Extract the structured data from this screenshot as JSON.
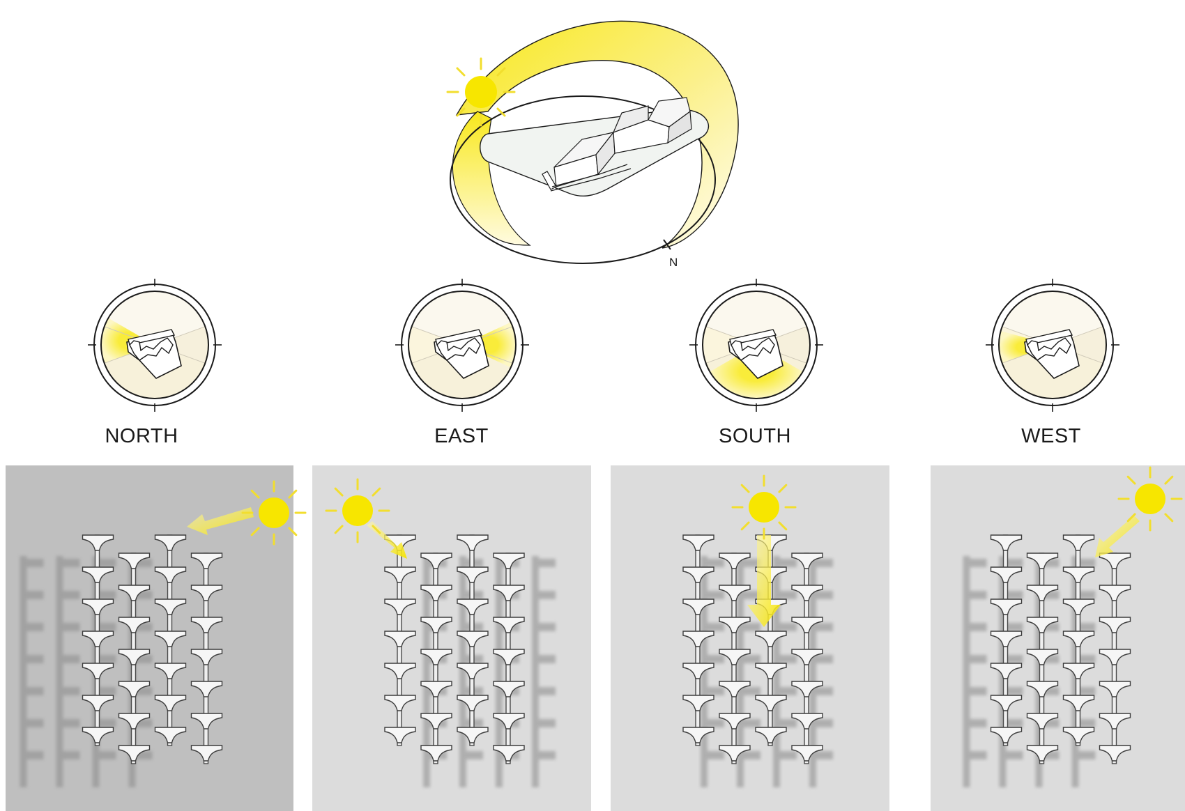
{
  "compass": {
    "north_letter": "N"
  },
  "directions": [
    {
      "key": "north",
      "label": "NORTH"
    },
    {
      "key": "east",
      "label": "EAST"
    },
    {
      "key": "south",
      "label": "SOUTH"
    },
    {
      "key": "west",
      "label": "WEST"
    }
  ],
  "colors": {
    "sun": "#f7e600",
    "sun_ray": "#f2de2e",
    "arc_yellow": "#fbee5a",
    "arc_pale": "#fffbd8",
    "line": "#1a1a1a",
    "panel_north": "#bdbdbd",
    "panel_light": "#dedede",
    "shadow": "#8f8f8f",
    "fin": "#f4f4f4"
  },
  "icons": {
    "sun": "sun-icon",
    "arrow": "light-arrow-icon"
  }
}
